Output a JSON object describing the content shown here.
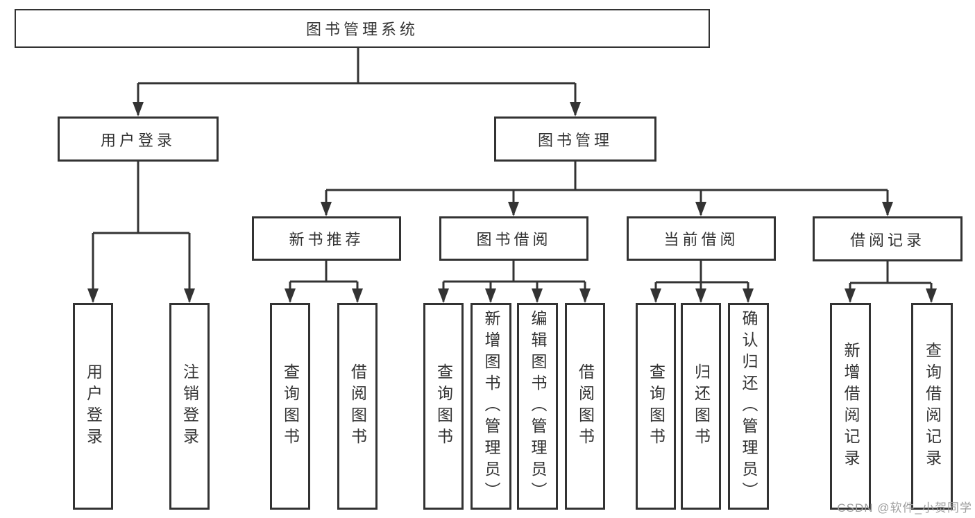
{
  "colors": {
    "line": "#333333",
    "box_border": "#333333",
    "text": "#333333",
    "watermark": "#9e9e9e",
    "background": "#ffffff"
  },
  "tree": {
    "label": "图书管理系统",
    "children": [
      {
        "label": "用户登录",
        "children": [
          {
            "label": "用户登录"
          },
          {
            "label": "注销登录"
          }
        ]
      },
      {
        "label": "图书管理",
        "children": [
          {
            "label": "新书推荐",
            "children": [
              {
                "label": "查询图书"
              },
              {
                "label": "借阅图书"
              }
            ]
          },
          {
            "label": "图书借阅",
            "children": [
              {
                "label": "查询图书"
              },
              {
                "label": "新增图书（管理员）"
              },
              {
                "label": "编辑图书（管理员）"
              },
              {
                "label": "借阅图书"
              }
            ]
          },
          {
            "label": "当前借阅",
            "children": [
              {
                "label": "查询图书"
              },
              {
                "label": "归还图书"
              },
              {
                "label": "确认归还（管理员）"
              }
            ]
          },
          {
            "label": "借阅记录",
            "children": [
              {
                "label": "新增借阅记录"
              },
              {
                "label": "查询借阅记录"
              }
            ]
          }
        ]
      }
    ]
  },
  "watermark": "CSDN @软件_小贺同学"
}
